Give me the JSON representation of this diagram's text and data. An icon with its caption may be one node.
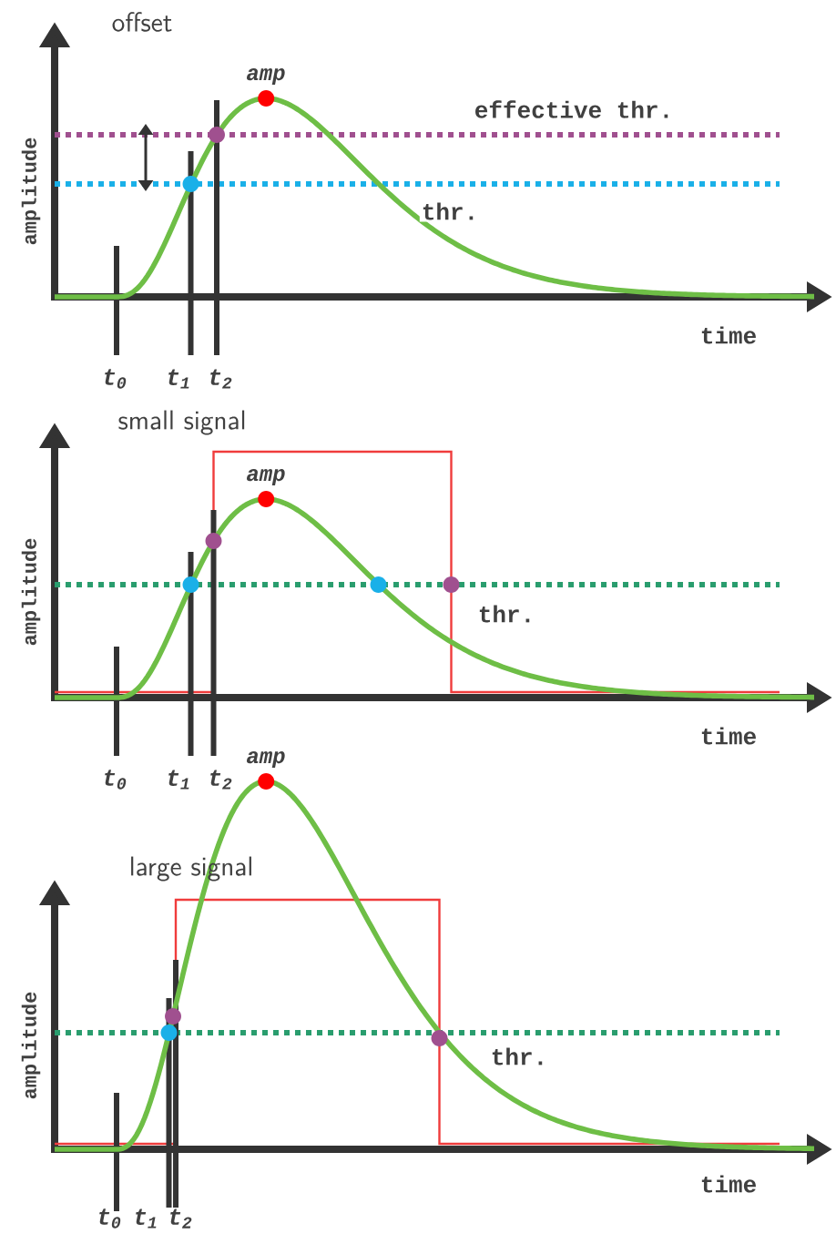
{
  "diagram": {
    "labels": [
      "offset",
      "amp",
      "effective thr.",
      "amplitude",
      "thr.",
      "time",
      "t$_{0}$",
      "t$_{1}$",
      "t$_{2}$",
      "small signal",
      "amp",
      "amplitude",
      "thr.",
      "time",
      "t$_{0}$",
      "t$_{1}$",
      "t$_{2}$",
      "amp",
      "large signal",
      "amplitude",
      "thr.",
      "time",
      "t$_{0}$",
      "t$_{1}$",
      "t$_{2}$"
    ]
  }
}
